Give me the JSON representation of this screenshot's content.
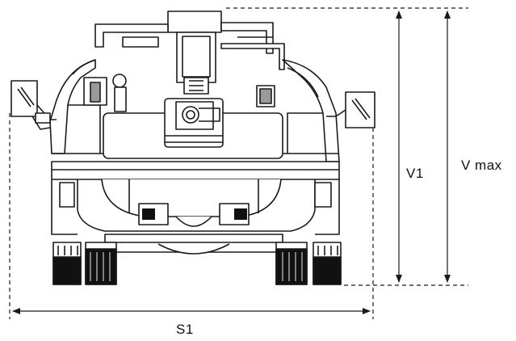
{
  "labels": {
    "v1": "V1",
    "vmax": "V max",
    "s1": "S1"
  },
  "colors": {
    "line": "#1a1a1a",
    "fill_dark": "#111111",
    "fill_mid": "#9a9a9a",
    "fill_light": "#dcdcdc",
    "background": "#ffffff"
  }
}
